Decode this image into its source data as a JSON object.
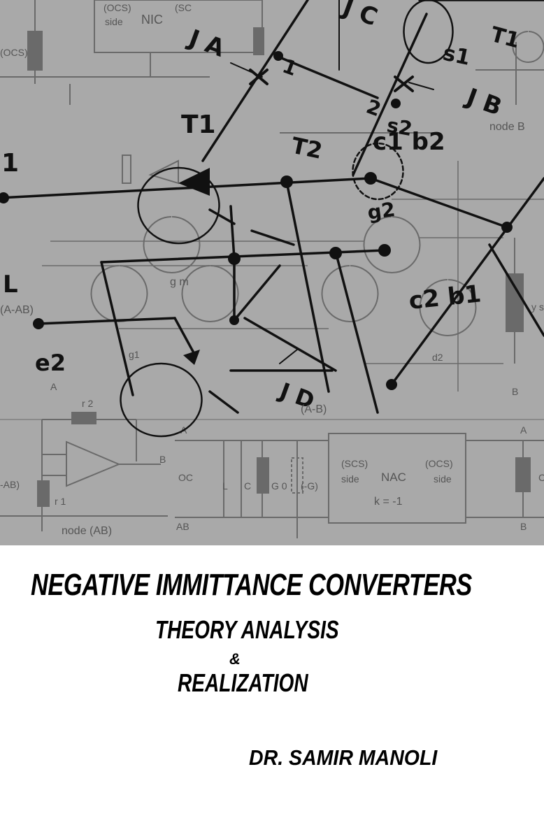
{
  "cover": {
    "title": "NEGATIVE IMMITTANCE CONVERTERS",
    "subtitle_1": "THEORY ANALYSIS",
    "subtitle_amp": "&",
    "subtitle_2": "REALIZATION",
    "author": "DR. SAMIR MANOLI"
  },
  "circuit_labels": {
    "ja": "J A",
    "jc": "J C",
    "jb": "J B",
    "jd": "J D",
    "t1_main": "T1",
    "t2": "T2",
    "t1_top": "T1",
    "s1": "s1",
    "s2": "s2",
    "one_a": "1",
    "two": "2",
    "one_left": "1",
    "c1b2": "c1 b2",
    "g2": "g2",
    "c2b1": "c2 b1",
    "l": "L",
    "e2": "e2",
    "a_ab": "(A-AB)",
    "jd_tail": "(A-B)",
    "gm": "g m",
    "node_b": "node B",
    "node_ab": "node (AB)"
  },
  "schematic_labels": {
    "nic": "NIC",
    "ocs_left": "(OCS)",
    "ocs_top": "(OCS)",
    "ocs_side": "side",
    "sc_top": "(SC",
    "scs": "(SCS)",
    "scs_side": "side",
    "nac": "NAC",
    "k": "k = -1",
    "ocs_right": "(OCS)",
    "ocs_right_side": "side",
    "oc": "OC",
    "ab": "AB",
    "a_top": "A",
    "b_label": "B",
    "l_comp": "L",
    "c_comp": "C",
    "g0": "G 0",
    "neg_g": "(-G)",
    "r2": "r 2",
    "r1": "r 1",
    "ab_paren": "-AB)",
    "a_right": "A",
    "b_right": "B",
    "d2": "d2",
    "g1": "g1",
    "a_mid": "A",
    "b_mid": "B",
    "ys": "y s",
    "c_right": "C"
  },
  "colors": {
    "background": "#a9a9a9",
    "ink": "#111111",
    "faint": "#6a6a6a",
    "page": "#ffffff"
  }
}
